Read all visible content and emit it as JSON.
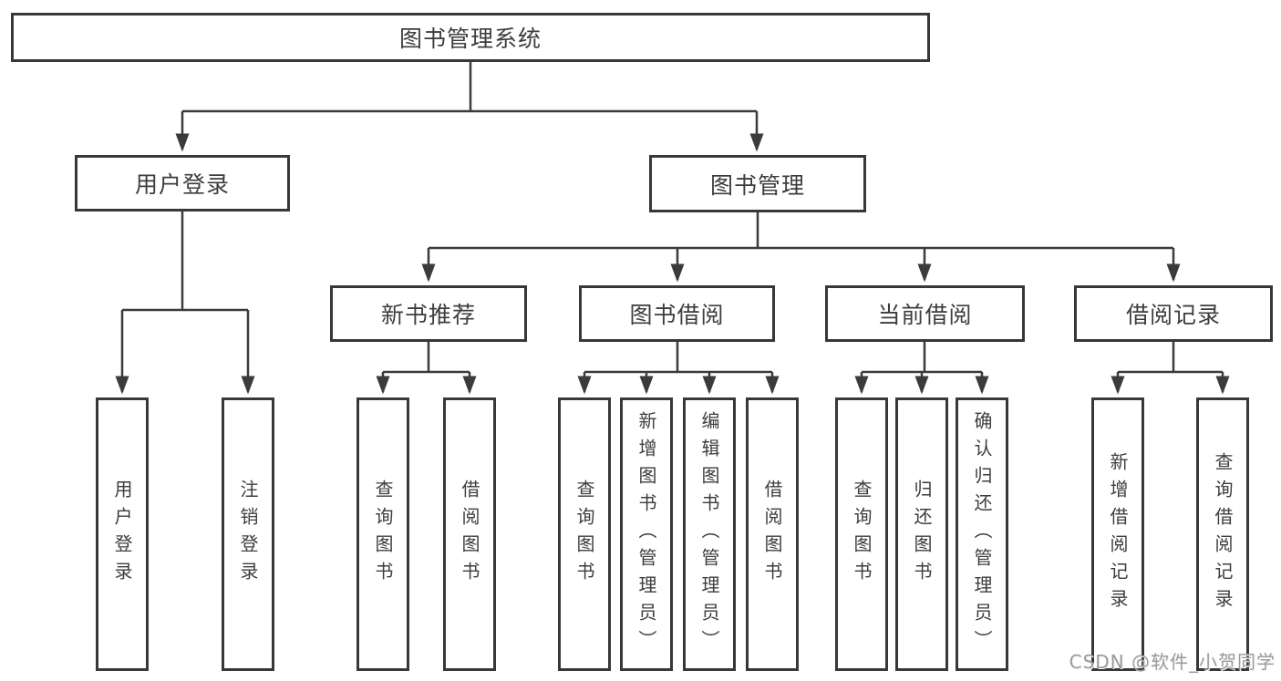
{
  "diagram": {
    "title": "图书管理系统",
    "level2": {
      "user_login": "用户登录",
      "book_mgmt": "图书管理"
    },
    "level3": {
      "new_book_rec": "新书推荐",
      "book_borrow": "图书借阅",
      "current_borrow": "当前借阅",
      "borrow_record": "借阅记录"
    },
    "leaves": {
      "user_login": [
        "用户登录",
        "注销登录"
      ],
      "new_book_rec": [
        "查询图书",
        "借阅图书"
      ],
      "book_borrow": [
        "查询图书",
        "新增图书（管理员）",
        "编辑图书（管理员）",
        "借阅图书"
      ],
      "current_borrow": [
        "查询图书",
        "归还图书",
        "确认归还（管理员）"
      ],
      "borrow_record": [
        "新增借阅记录",
        "查询借阅记录"
      ]
    },
    "colors": {
      "line": "#3b3b3b",
      "border": "#383838",
      "text": "#3d3d3d",
      "background": "#ffffff",
      "watermark": "#9b9b9b"
    }
  },
  "watermark": {
    "text": "CSDN @软件_小贺同学"
  }
}
